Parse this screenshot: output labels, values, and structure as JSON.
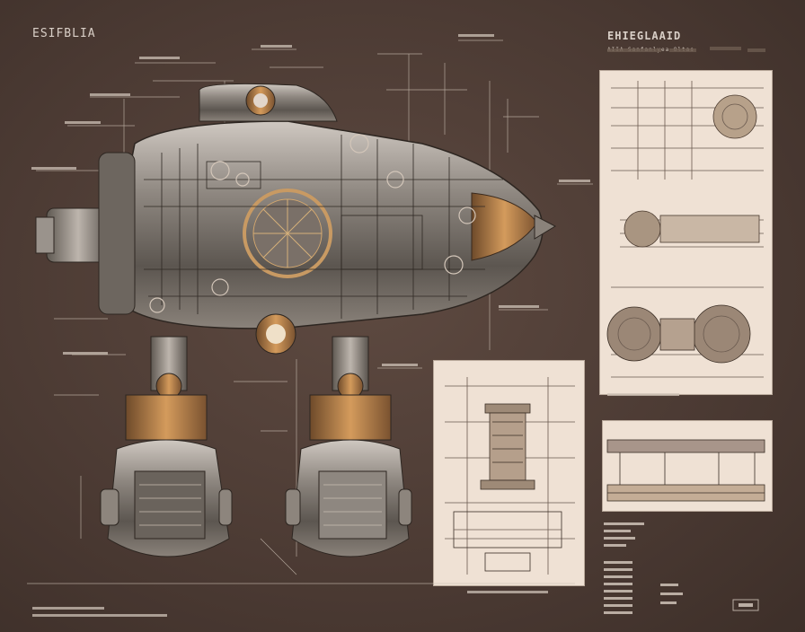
{
  "sheet": {
    "main_title": "ESIFBLIA",
    "panel_title": "EHIEGLAAID",
    "panel_subtitle": "AIIA Sanfanlyea Oltas"
  },
  "colors": {
    "background": "#4b3a33",
    "panel_paper": "#efe1d4",
    "line_light": "#d8cbbf",
    "brass": "#b07a44",
    "steel": "#9a938c"
  },
  "icons": [
    "airship-hull-drawing",
    "gear-icon",
    "leg-assembly-drawing"
  ]
}
